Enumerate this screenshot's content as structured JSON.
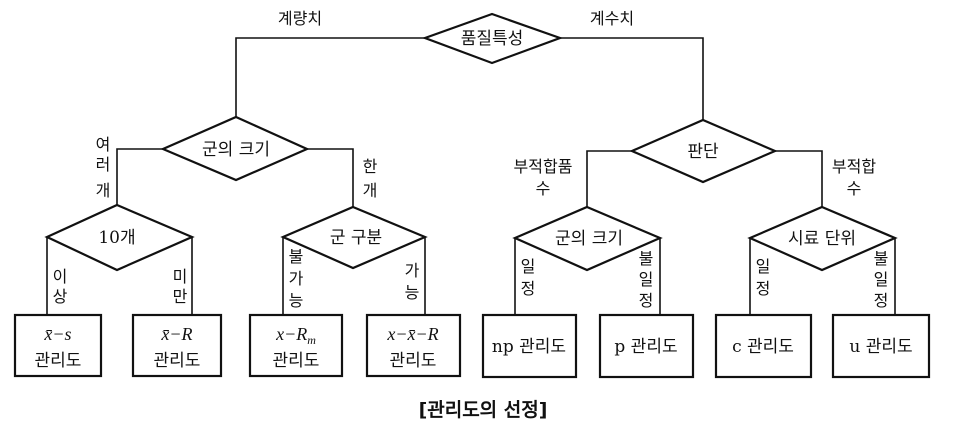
{
  "root": {
    "label": "품질특성",
    "left_edge": "계량치",
    "right_edge": "계수치"
  },
  "variable": {
    "decision": "군의 크기",
    "left_edge": [
      "여",
      "러",
      "개"
    ],
    "right_edge": [
      "한",
      "개"
    ],
    "many": {
      "decision": "10개",
      "left_edge": [
        "이",
        "상"
      ],
      "right_edge": [
        "미",
        "만"
      ],
      "left_box": {
        "formula": "x̄−s",
        "suffix": "관리도"
      },
      "right_box": {
        "formula": "x̄−R",
        "suffix": "관리도"
      }
    },
    "one": {
      "decision": "군 구분",
      "left_edge": [
        "불",
        "가",
        "능"
      ],
      "right_edge": [
        "가",
        "능"
      ],
      "left_box": {
        "formula": "x−R",
        "subscript": "m",
        "suffix": "관리도"
      },
      "right_box": {
        "formula": "x−x̄−R",
        "suffix": "관리도"
      }
    }
  },
  "attribute": {
    "decision": "판단",
    "left_edge": [
      "부적합품",
      "수"
    ],
    "right_edge": [
      "부적합",
      "수"
    ],
    "defective": {
      "decision": "군의 크기",
      "left_edge": [
        "일",
        "정"
      ],
      "right_edge": [
        "불",
        "일",
        "정"
      ],
      "left_box": "np 관리도",
      "right_box": "p 관리도"
    },
    "defects": {
      "decision": "시료 단위",
      "left_edge": [
        "일",
        "정"
      ],
      "right_edge": [
        "불",
        "일",
        "정"
      ],
      "left_box": "c 관리도",
      "right_box": "u 관리도"
    }
  },
  "caption": "[관리도의 선정]"
}
